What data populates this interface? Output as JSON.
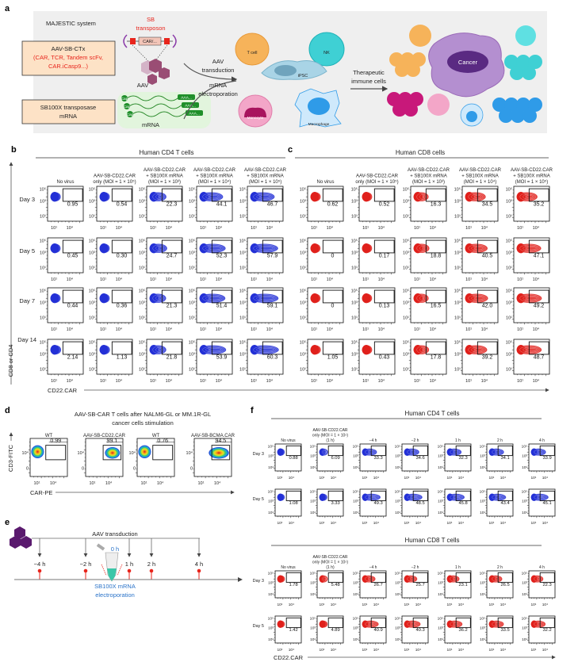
{
  "a": {
    "label": "a",
    "system": "MAJESTIC system",
    "vector_box": {
      "line1": "AAV-SB-CTx",
      "line2": "(CAR, TCR, Tandem scFv,",
      "line3": "CAR.iCasp9...)"
    },
    "mrna_box": {
      "line1": "SB100X transposase",
      "line2": "mRNA"
    },
    "transposon": {
      "line1": "SB",
      "line2": "transposon",
      "cassette": "CAR/..."
    },
    "aav": "AAV",
    "mrna": "mRNA",
    "cap": "Cap",
    "polya": "AAA...",
    "step1": {
      "line1": "AAV",
      "line2": "transduction"
    },
    "step2": {
      "line1": "mRNA",
      "line2": "electroporation"
    },
    "cells": {
      "tcell": "T cell",
      "nk": "NK",
      "ipsc": "iPSC",
      "monocyte": "Monocyte",
      "macrophage": "Macrophage",
      "cancer": "Cancer"
    },
    "therapeutic": {
      "line1": "Therapeutic",
      "line2": "immune cells"
    },
    "colors": {
      "background": "#efefef",
      "box": "#fde2c6",
      "accent_red": "#e8251c",
      "tcell": "#f6b35a",
      "nk": "#3fd0d4",
      "monocyte": "#f3a6c8",
      "macrophage": "#2f9be8",
      "cancer": "#9a6ab8"
    }
  },
  "b": {
    "label": "b",
    "title": "Human CD4 T cells",
    "columns": [
      [
        "No virus"
      ],
      [
        "AAV-SB-CD22.CAR",
        "only (MOI = 1 × 10⁵)"
      ],
      [
        "AAV-SB-CD22.CAR",
        "+ SB100X mRNA",
        "(MOI = 1 × 10³)"
      ],
      [
        "AAV-SB-CD22.CAR",
        "+ SB100X mRNA",
        "(MOI = 1 × 10⁴)"
      ],
      [
        "AAV-SB-CD22.CAR",
        "+ SB100X mRNA",
        "(MOI = 1 × 10⁵)"
      ]
    ],
    "rows": [
      "Day 3",
      "Day 5",
      "Day 7",
      "Day 14"
    ],
    "values": [
      [
        "0.95",
        "0.54",
        "22.3",
        "44.1",
        "46.7"
      ],
      [
        "0.45",
        "0.30",
        "24.7",
        "52.3",
        "57.9"
      ],
      [
        "0.44",
        "0.36",
        "21.3",
        "51.4",
        "59.1"
      ],
      [
        "2.14",
        "1.13",
        "21.8",
        "53.9",
        "60.3"
      ]
    ],
    "y_ticks": [
      "10⁵",
      "10³",
      "10¹"
    ],
    "x_ticks": [
      "10¹",
      "10⁴"
    ],
    "y_axis_label": "CD8 or CD4",
    "x_axis_label": "CD22.CAR",
    "color": "#2330d6"
  },
  "c": {
    "label": "c",
    "title": "Human CD8 cells",
    "columns": [
      [
        "No virus"
      ],
      [
        "AAV-SB-CD22.CAR",
        "only (MOI = 1 × 10⁵)"
      ],
      [
        "AAV-SB-CD22.CAR",
        "+ SB100X mRNA",
        "(MOI = 1 × 10³)"
      ],
      [
        "AAV-SB-CD22.CAR",
        "+ SB100X mRNA",
        "(MOI = 1 × 10⁴)"
      ],
      [
        "AAV-SB-CD22.CAR",
        "+ SB100X mRNA",
        "(MOI = 1 × 10⁵)"
      ]
    ],
    "values": [
      [
        "0.62",
        "0.52",
        "16.3",
        "34.5",
        "35.2"
      ],
      [
        "0",
        "0.17",
        "18.8",
        "40.5",
        "47.1"
      ],
      [
        "0",
        "0.13",
        "16.5",
        "42.0",
        "49.2"
      ],
      [
        "1.05",
        "0.43",
        "17.8",
        "39.2",
        "48.7"
      ]
    ],
    "y_ticks": [
      "10⁵",
      "10³",
      "10¹"
    ],
    "x_ticks": [
      "10¹",
      "10⁴"
    ],
    "color": "#e0201b"
  },
  "d": {
    "label": "d",
    "title_lines": [
      "AAV-SB-CAR T cells after NALM6-GL or MM.1R-GL",
      "cancer cells stimulation"
    ],
    "columns": [
      "WT",
      "AAV-SB-CD22.CAR",
      "WT",
      "AAV-SB-BCMA.CAR"
    ],
    "values": [
      "0.99",
      "99.1",
      "0.76",
      "94.5"
    ],
    "y_ticks": [
      "10⁴",
      "0"
    ],
    "x_ticks": [
      "10¹",
      "10⁴"
    ],
    "y_axis_label": "CD3-FITC",
    "x_axis_label": "CAR-PE"
  },
  "e": {
    "label": "e",
    "transduction": "AAV transduction",
    "timepoints": [
      "−4 h",
      "−2 h",
      "1 h",
      "2 h",
      "4 h"
    ],
    "zero": "0 h",
    "electroporation": [
      "SB100X mRNA",
      "electroporation"
    ],
    "colors": {
      "pin": "#e8251c",
      "electroporation": "#2a73c9",
      "virus": "#5a1a6e"
    }
  },
  "f": {
    "label": "f",
    "groups": [
      {
        "title": "Human CD4 T cells",
        "columns": [
          [
            "No virus"
          ],
          [
            "AAV-SB-CD22.CAR",
            "only (MOI = 1 × 10⁵)",
            "(1 h)"
          ],
          [
            "−4 h"
          ],
          [
            "−2 h"
          ],
          [
            "1 h"
          ],
          [
            "2 h"
          ],
          [
            "4 h"
          ]
        ],
        "rows": [
          "Day 3",
          "Day 5"
        ],
        "values": [
          [
            "0.88",
            "6.09",
            "33.3",
            "34.6",
            "32.3",
            "34.1",
            "33.9"
          ],
          [
            "1.08",
            "3.33",
            "49.3",
            "48.5",
            "45.8",
            "43.4",
            "45.1"
          ]
        ],
        "color": "#2330d6"
      },
      {
        "title": "Human CD8 T cells",
        "columns": [
          [
            "No virus"
          ],
          [
            "AAV-SB-CD22.CAR",
            "only (MOI = 1 × 10⁵)",
            "(1 h)"
          ],
          [
            "−4 h"
          ],
          [
            "−2 h"
          ],
          [
            "1 h"
          ],
          [
            "2 h"
          ],
          [
            "4 h"
          ]
        ],
        "rows": [
          "Day 3",
          "Day 5"
        ],
        "values": [
          [
            "1.78",
            "5.48",
            "26.7",
            "25.7",
            "23.1",
            "26.5",
            "22.3"
          ],
          [
            "1.42",
            "4.89",
            "40.9",
            "40.3",
            "36.2",
            "33.5",
            "32.2"
          ]
        ],
        "color": "#e0201b"
      }
    ],
    "y_ticks": [
      "10⁵",
      "10³",
      "10¹"
    ],
    "x_ticks": [
      "10¹",
      "10⁴"
    ],
    "x_axis_label": "CD22.CAR"
  }
}
